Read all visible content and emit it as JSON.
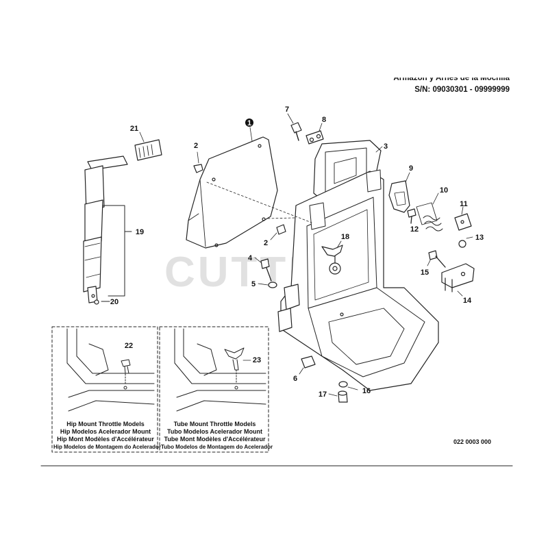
{
  "header": {
    "title": "Armazón y Arnés de la Mochila",
    "serial": "S/N: 09030301 - 09999999"
  },
  "watermark": "CUTTERS",
  "callouts": {
    "c1": "1",
    "c2a": "2",
    "c2b": "2",
    "c3": "3",
    "c4": "4",
    "c5": "5",
    "c6": "6",
    "c7": "7",
    "c8": "8",
    "c9": "9",
    "c10": "10",
    "c11": "11",
    "c12": "12",
    "c13": "13",
    "c14": "14",
    "c15": "15",
    "c16": "16",
    "c17": "17",
    "c18": "18",
    "c19": "19",
    "c20": "20",
    "c21": "21",
    "c22": "22",
    "c23": "23"
  },
  "insets": {
    "hip": [
      "Hip Mount Throttle Models",
      "Hip Modelos Acelerador Mount",
      "Hip Mont Modèles d'Accélérateur",
      "Hip Modelos de Montagem do Acelerador"
    ],
    "tube": [
      "Tube Mount Throttle Models",
      "Tubo Modelos Acelerador Mount",
      "Tube Mont Modèles d'Accélérateur",
      "Tubo Modelos de Montagem do Acelerador"
    ]
  },
  "doc_number": "022 0003 000"
}
